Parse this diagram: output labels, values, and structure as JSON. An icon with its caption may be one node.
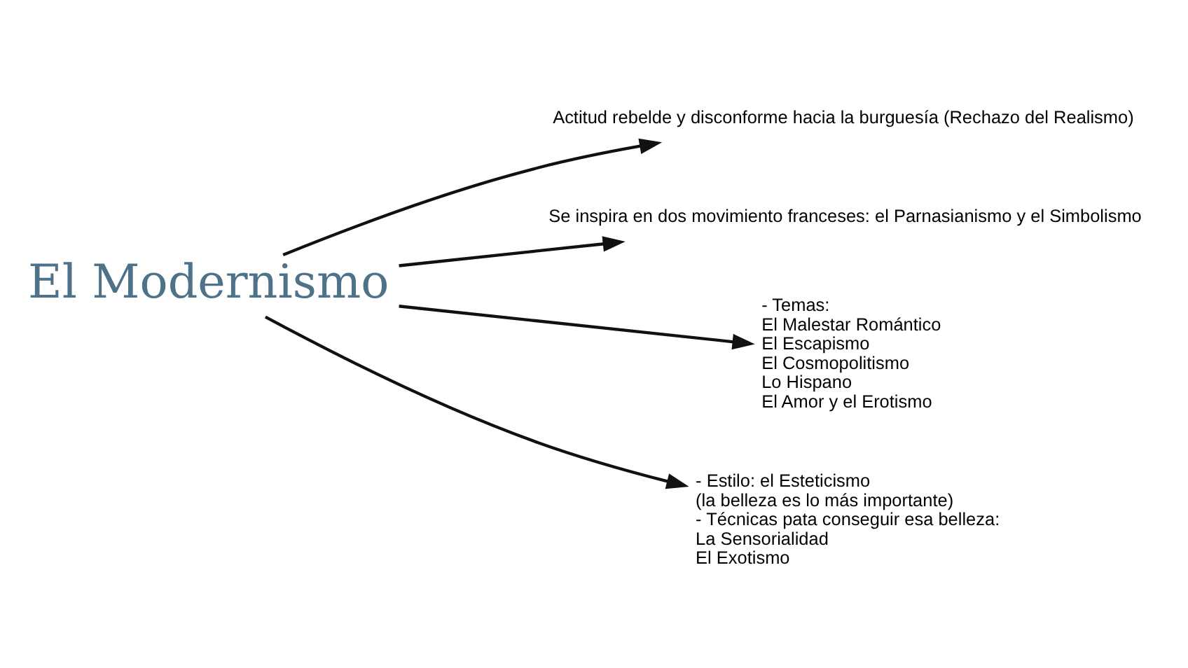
{
  "diagram": {
    "nodes": [
      {
        "text": [
          "El Modernismo"
        ]
      },
      {
        "text": [
          "Actitud rebelde y disconforme hacia la burguesía (Rechazo del Realismo)"
        ]
      },
      {
        "text": [
          "Se inspira en dos movimiento franceses: el Parnasianismo y el Simbolismo"
        ]
      },
      {
        "text": [
          "- Temas:",
          "El Malestar Romántico",
          "El Escapismo",
          "El Cosmopolitismo",
          "Lo Hispano",
          "El Amor y el Erotismo"
        ]
      },
      {
        "text": [
          "- Estilo: el Esteticismo",
          "(la belleza es lo más importante)",
          "- Técnicas pata conseguir esa belleza:",
          "La Sensorialidad",
          "El Exotismo"
        ]
      }
    ],
    "edges": [
      {
        "from": 0,
        "to": 1,
        "arrow": "to"
      },
      {
        "from": 0,
        "to": 2,
        "arrow": "to"
      },
      {
        "from": 0,
        "to": 3,
        "arrow": "to"
      },
      {
        "from": 0,
        "to": 4,
        "arrow": "to"
      }
    ]
  }
}
